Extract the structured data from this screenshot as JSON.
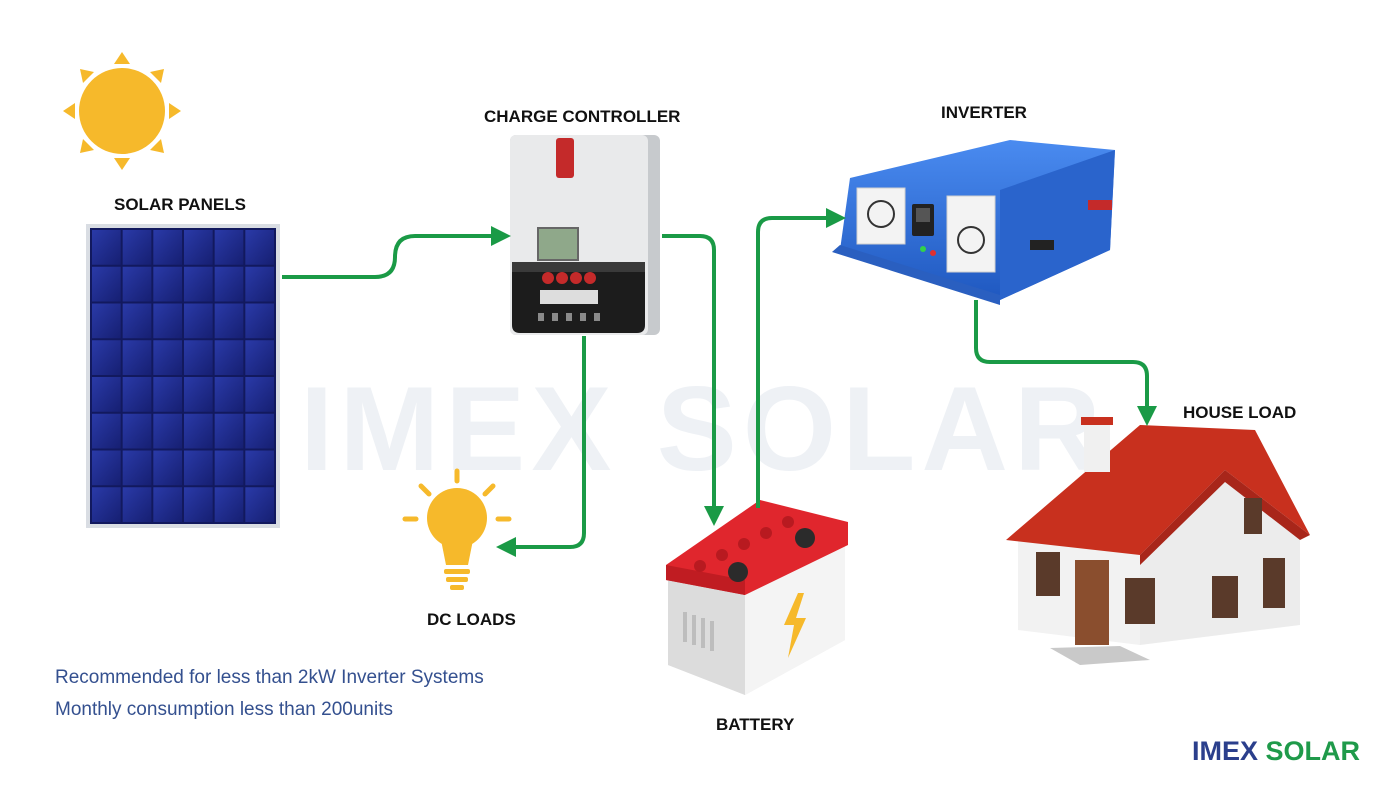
{
  "watermark": "IMEX SOLAR",
  "labels": {
    "solar_panels": "SOLAR PANELS",
    "charge_controller": "CHARGE CONTROLLER",
    "inverter": "INVERTER",
    "house_load": "HOUSE LOAD",
    "dc_loads": "DC LOADS",
    "battery": "BATTERY"
  },
  "notes": [
    "Recommended for less than 2kW Inverter Systems",
    "Monthly consumption less than 200units"
  ],
  "brand": {
    "part1": "IMEX",
    "part2": " SOLAR"
  },
  "colors": {
    "flow_arrow": "#1a9a46",
    "sun": "#f6b92b",
    "panel": "#1f2a8c",
    "roof": "#c8301e",
    "inverter": "#2f6fd6",
    "battery_top": "#e0262d",
    "brand_blue": "#2b3f8c",
    "brand_green": "#1f9a4a"
  },
  "icons": [
    "sun-icon",
    "solar-panel-icon",
    "charge-controller-icon",
    "inverter-icon",
    "battery-icon",
    "light-bulb-icon",
    "house-icon"
  ]
}
